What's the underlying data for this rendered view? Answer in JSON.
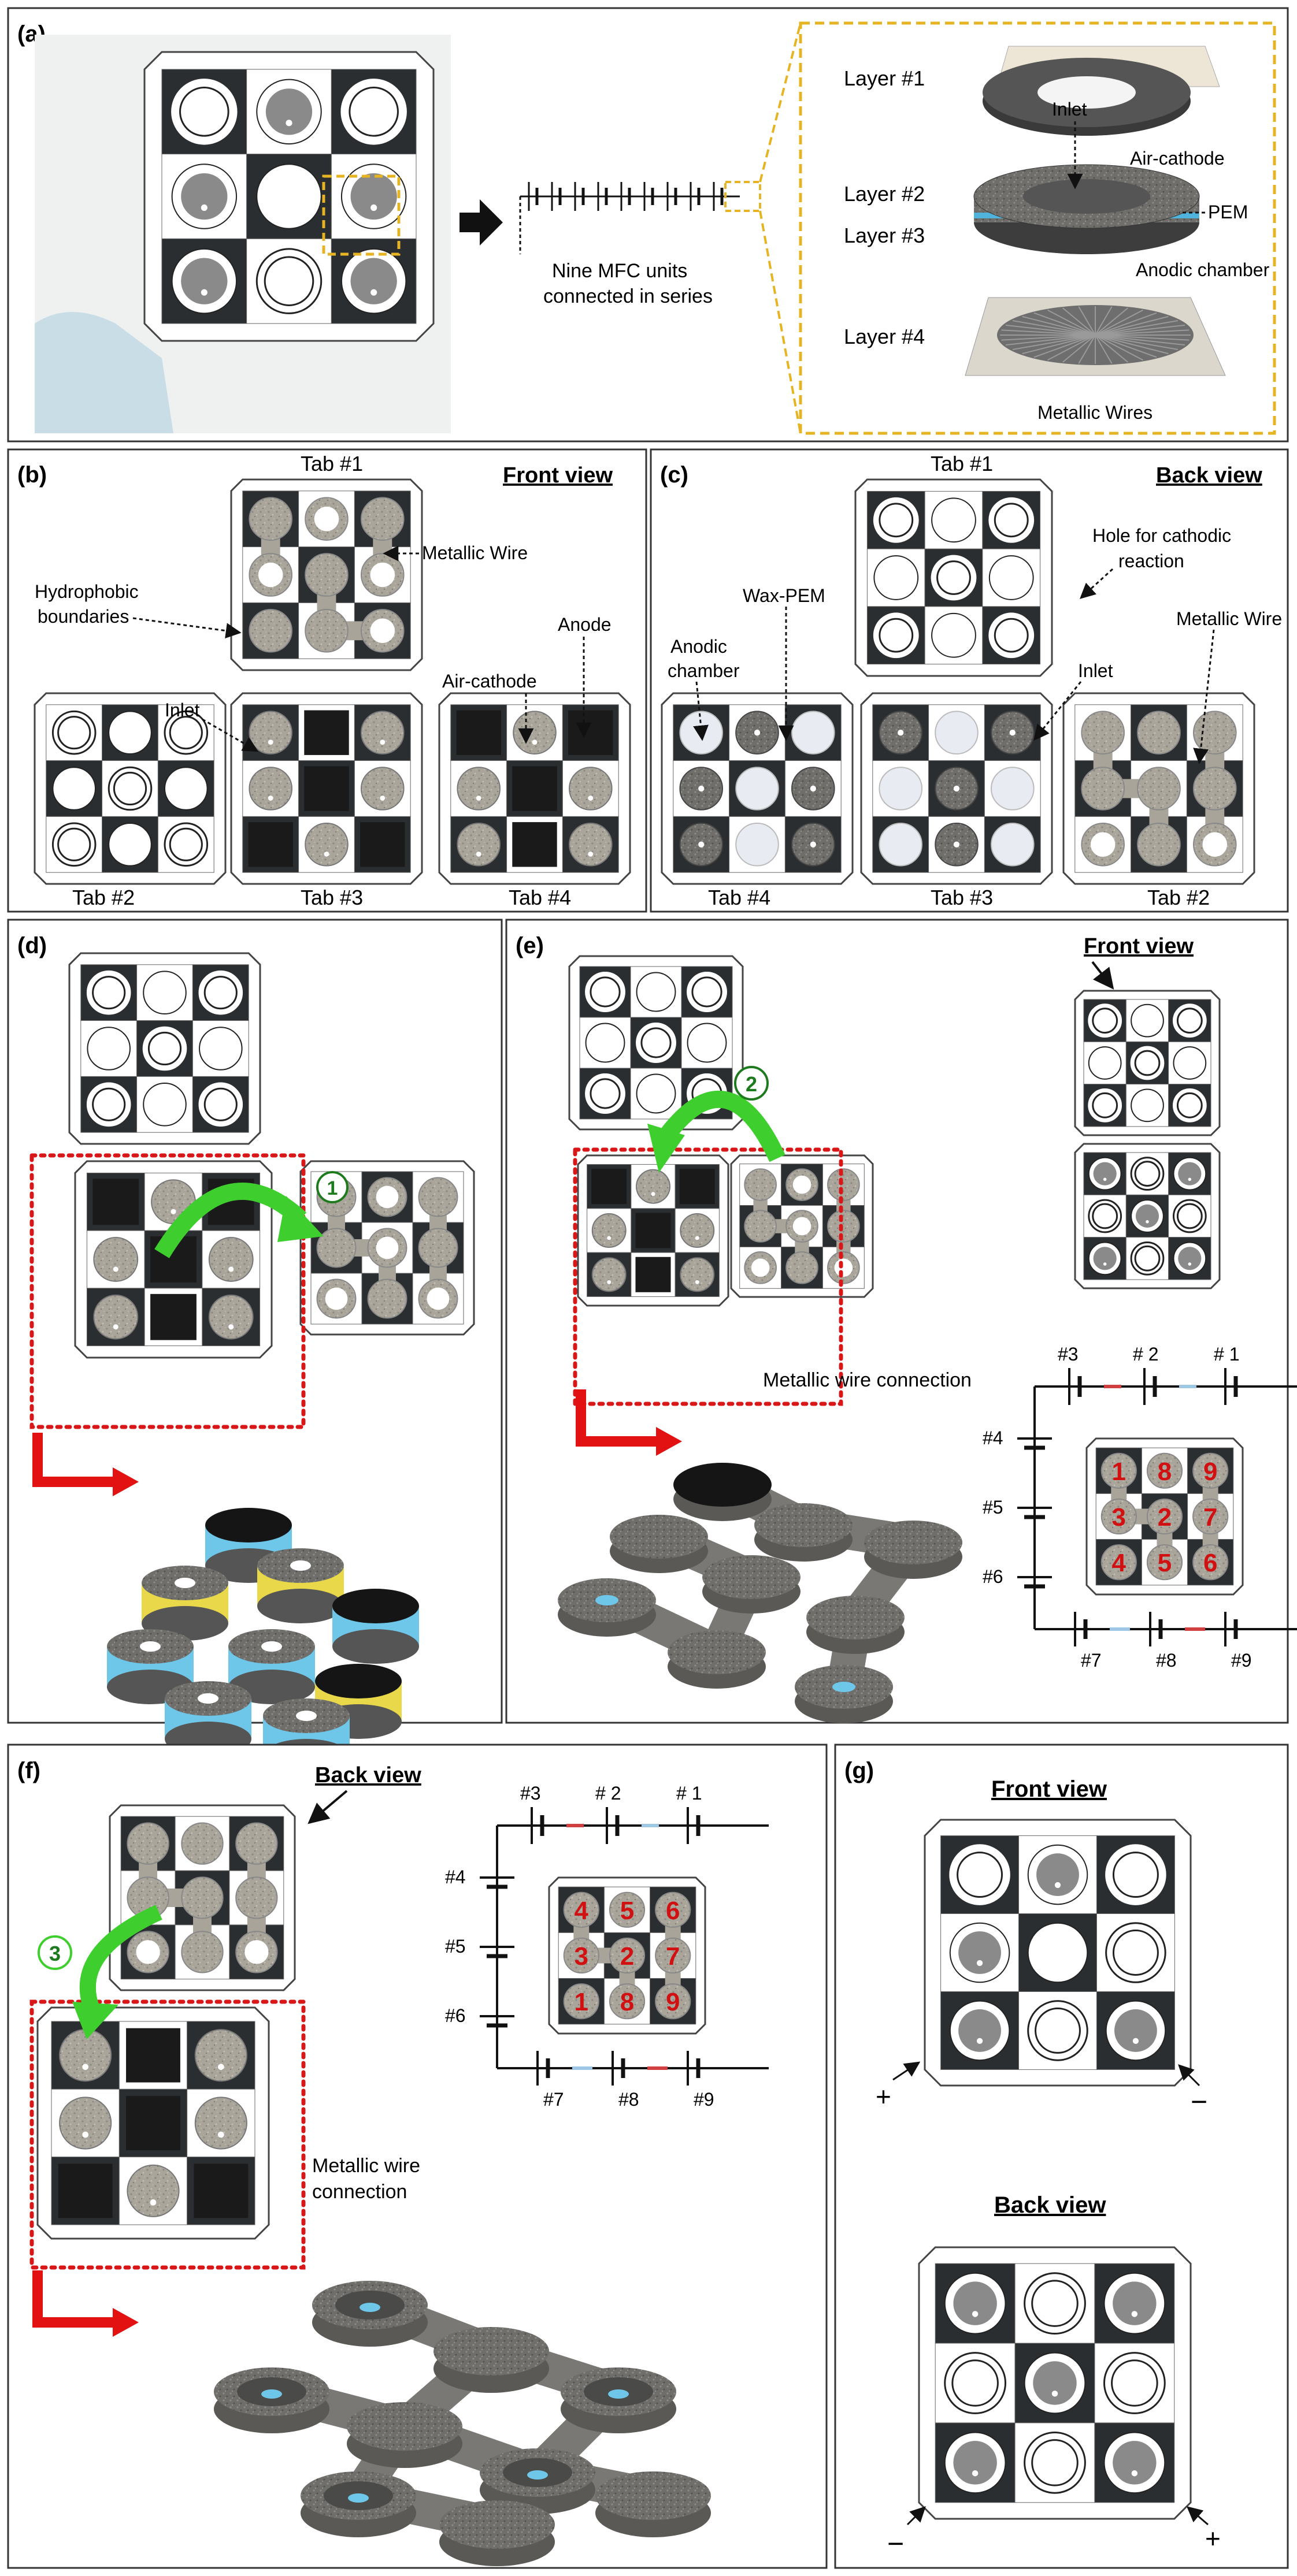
{
  "colors": {
    "frame": "#333333",
    "accent_box": "#e6b422",
    "dotted_red": "#d81818",
    "arrow_green": "#3ecf2e",
    "arrow_green_dark": "#1f8a18",
    "arrow_red": "#e21212",
    "step_circle": "#1d7a1d",
    "number_red": "#d11111",
    "pem_blue": "#6ec6e8",
    "dark_square": "#2b2e31",
    "light_square": "#ffffff",
    "cathode_gray": "#a8a49a",
    "wire_blue": "#9ec7e5",
    "wire_red": "#d04040"
  },
  "panels": {
    "a": {
      "label": "(a)",
      "series_text": "Nine MFC units\nconnected in series",
      "layers": [
        "Layer #1",
        "Layer #2",
        "Layer #3",
        "Layer #4"
      ],
      "callouts": {
        "inlet": "Inlet",
        "air_cathode": "Air-cathode",
        "pem": "PEM",
        "anodic_chamber": "Anodic chamber",
        "metallic_wires": "Metallic Wires"
      }
    },
    "b": {
      "label": "(b)",
      "view": "Front view",
      "tabs": [
        "Tab #1",
        "Tab #2",
        "Tab #3",
        "Tab #4"
      ],
      "callouts": {
        "metallic_wire": "Metallic Wire",
        "hydrophobic": "Hydrophobic\nboundaries",
        "inlet": "Inlet",
        "air_cathode": "Air-cathode",
        "anode": "Anode"
      }
    },
    "c": {
      "label": "(c)",
      "view": "Back view",
      "tabs": [
        "Tab #1",
        "Tab #4",
        "Tab #3",
        "Tab #2"
      ],
      "callouts": {
        "hole": "Hole for cathodic\nreaction",
        "wax_pem": "Wax-PEM",
        "anodic_chamber": "Anodic\nchamber",
        "metallic_wire": "Metallic Wire",
        "inlet": "Inlet"
      }
    },
    "d": {
      "label": "(d)",
      "step": "1"
    },
    "e": {
      "label": "(e)",
      "step": "2",
      "view": "Front view",
      "connection": "Metallic wire connection",
      "circuit_top": [
        "#3",
        "# 2",
        "# 1"
      ],
      "circuit_left": [
        "#4",
        "#5",
        "#6"
      ],
      "circuit_bottom": [
        "#7",
        "#8",
        "#9"
      ],
      "grid_numbers": [
        [
          "1",
          "8",
          "9"
        ],
        [
          "3",
          "2",
          "7"
        ],
        [
          "4",
          "5",
          "6"
        ]
      ]
    },
    "f": {
      "label": "(f)",
      "step": "3",
      "view": "Back view",
      "connection": "Metallic wire\nconnection",
      "circuit_top": [
        "#3",
        "# 2",
        "# 1"
      ],
      "circuit_left": [
        "#4",
        "#5",
        "#6"
      ],
      "circuit_bottom": [
        "#7",
        "#8",
        "#9"
      ],
      "grid_numbers": [
        [
          "4",
          "5",
          "6"
        ],
        [
          "3",
          "2",
          "7"
        ],
        [
          "1",
          "8",
          "9"
        ]
      ]
    },
    "g": {
      "label": "(g)",
      "front": "Front view",
      "back": "Back view",
      "plus": "+",
      "minus": "−"
    }
  }
}
